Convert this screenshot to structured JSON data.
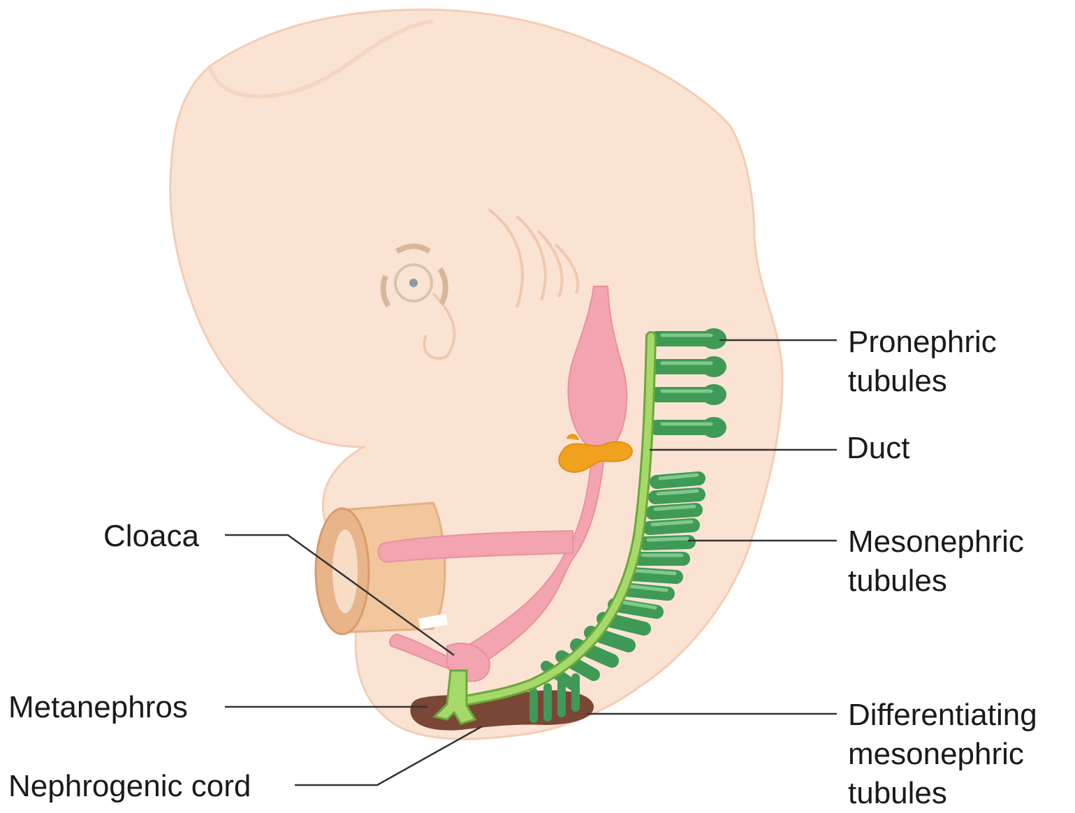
{
  "diagram": {
    "labels": {
      "pronephric": [
        "Pronephric",
        "tubules"
      ],
      "duct": "Duct",
      "mesonephric": [
        "Mesonephric",
        "tubules"
      ],
      "cloaca": "Cloaca",
      "metanephros": "Metanephros",
      "nephrogenic_cord": "Nephrogenic cord",
      "differentiating": [
        "Differentiating",
        "mesonephric",
        "tubules"
      ]
    },
    "colors": {
      "background": "#ffffff",
      "embryo_skin": "#fbe3d3",
      "embryo_shadow": "#f3cdb5",
      "gut_pink": "#f1a0ad",
      "duct_green": "#a6d96a",
      "tubule_green": "#3f9a55",
      "tubule_light": "#7fc98a",
      "nephrogenic_brown": "#7a4636",
      "ganglion_orange": "#f0a21e",
      "yolk_stalk": "#f2c79d",
      "leader_line": "#333333"
    }
  }
}
